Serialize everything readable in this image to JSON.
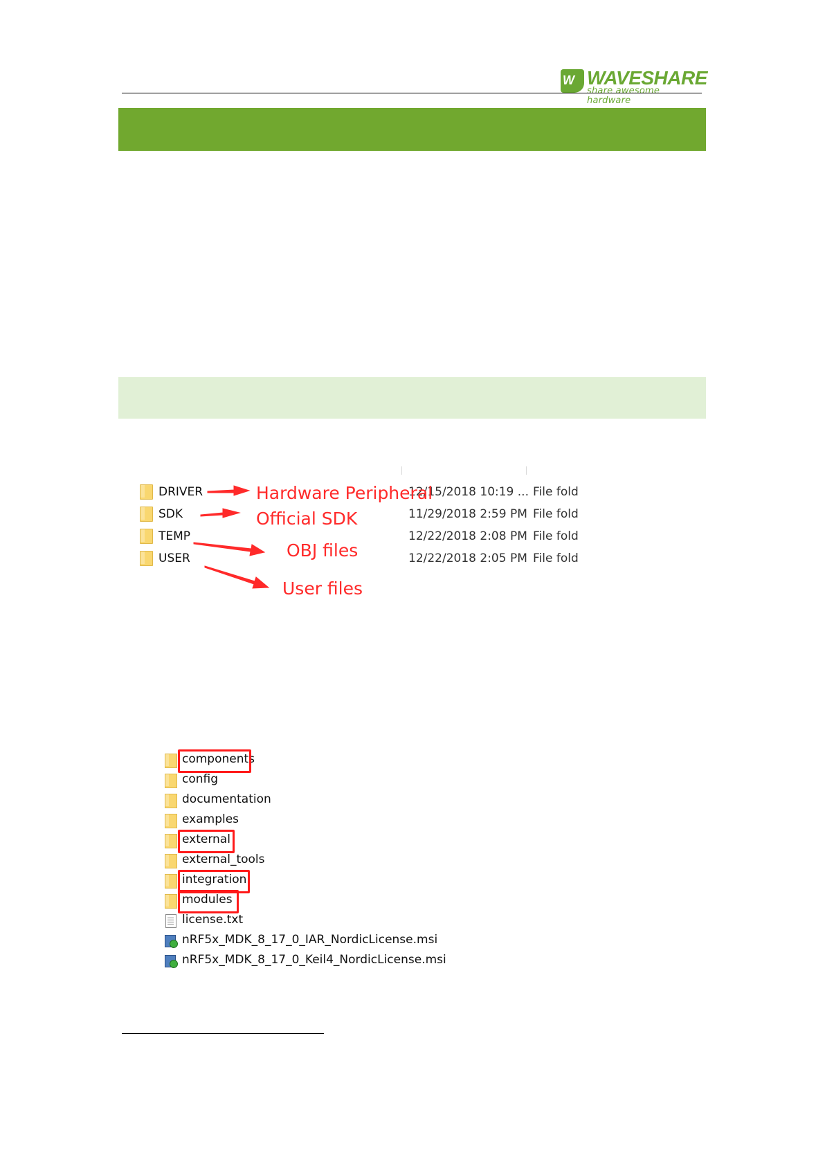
{
  "header": {
    "logo_word": "WAVESHARE",
    "logo_tagline": "share awesome hardware",
    "brand_color": "#6aa833"
  },
  "bands": {
    "section_color": "#71a82f",
    "subsection_color": "#e1f0d6"
  },
  "figure_project_folders": {
    "rows": [
      {
        "name": "DRIVER",
        "date": "12/15/2018 10:19 ...",
        "type": "File fold"
      },
      {
        "name": "SDK",
        "date": "11/29/2018 2:59 PM",
        "type": "File fold"
      },
      {
        "name": "TEMP",
        "date": "12/22/2018 2:08 PM",
        "type": "File fold"
      },
      {
        "name": "USER",
        "date": "12/22/2018 2:05 PM",
        "type": "File fold"
      }
    ],
    "annotations": [
      "Hardware Peripheral",
      "Official SDK",
      "OBJ files",
      "User files"
    ],
    "annotation_color": "#ff2a2a"
  },
  "figure_sdk_folder": {
    "items": [
      {
        "name": "components",
        "icon": "folder-icon",
        "highlighted": true
      },
      {
        "name": "config",
        "icon": "folder-icon",
        "highlighted": false
      },
      {
        "name": "documentation",
        "icon": "folder-icon",
        "highlighted": false
      },
      {
        "name": "examples",
        "icon": "folder-icon",
        "highlighted": false
      },
      {
        "name": "external",
        "icon": "folder-icon",
        "highlighted": true
      },
      {
        "name": "external_tools",
        "icon": "folder-icon",
        "highlighted": false
      },
      {
        "name": "integration",
        "icon": "folder-icon",
        "highlighted": true
      },
      {
        "name": "modules",
        "icon": "folder-icon",
        "highlighted": true
      },
      {
        "name": "license.txt",
        "icon": "text-file-icon",
        "highlighted": false
      },
      {
        "name": "nRF5x_MDK_8_17_0_IAR_NordicLicense.msi",
        "icon": "installer-icon",
        "highlighted": false
      },
      {
        "name": "nRF5x_MDK_8_17_0_Keil4_NordicLicense.msi",
        "icon": "installer-icon",
        "highlighted": false
      }
    ],
    "highlight_color": "#ff1a1a"
  }
}
